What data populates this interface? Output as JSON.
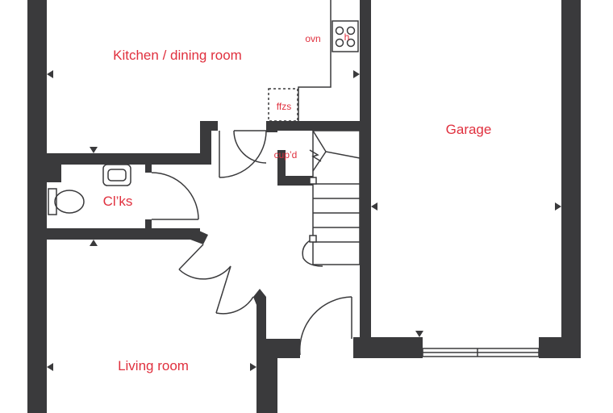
{
  "colors": {
    "wall": "#3a3a3c",
    "label": "#e0303e",
    "line": "#3a3a3c",
    "background": "#ffffff"
  },
  "rooms": {
    "kitchen": "Kitchen / dining room",
    "garage": "Garage",
    "cloaks": "Cl’ks",
    "living": "Living room"
  },
  "fixtures": {
    "oven": "ovn",
    "hob": "h",
    "fridge_freezer": "ffzs",
    "cupboard": "cup’d"
  }
}
